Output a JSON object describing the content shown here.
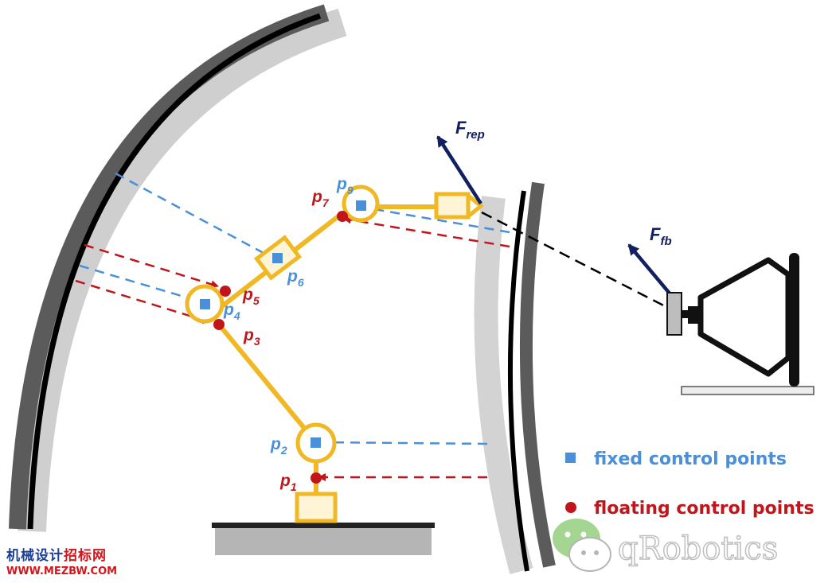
{
  "labels": {
    "p1": {
      "base": "p",
      "sub": "1"
    },
    "p2": {
      "base": "p",
      "sub": "2"
    },
    "p3": {
      "base": "p",
      "sub": "3"
    },
    "p4": {
      "base": "p",
      "sub": "4"
    },
    "p5": {
      "base": "p",
      "sub": "5"
    },
    "p6": {
      "base": "p",
      "sub": "6"
    },
    "p7": {
      "base": "p",
      "sub": "7"
    },
    "p9": {
      "base": "p",
      "sub": "9"
    },
    "frep": {
      "base": "F",
      "sub": "rep"
    },
    "ffb": {
      "base": "F",
      "sub": "fb"
    }
  },
  "legend": {
    "fixed": "fixed control points",
    "floating": "floating control points"
  },
  "watermark": {
    "left_cn_a": "机械设计",
    "left_cn_b": "招标网",
    "left_url": "WWW.MEZBW.COM",
    "right_brand": "qRobotics"
  },
  "colors": {
    "fixed": "#4a90d9",
    "floating": "#c0161b",
    "arm": "#f0b825",
    "force": "#132060",
    "wall": "#1a1a1a"
  }
}
